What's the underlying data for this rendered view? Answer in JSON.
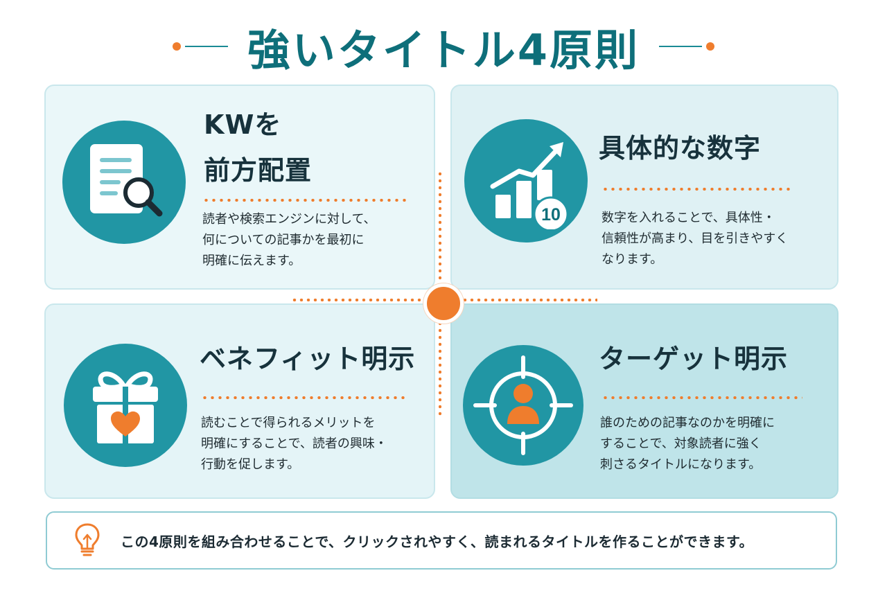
{
  "title": "強いタイトル4原則",
  "colors": {
    "teal": "#2196a4",
    "dark_teal": "#0e6f7a",
    "orange": "#ef7d2d"
  },
  "cards": [
    {
      "heading_line1": "KWを",
      "heading_line2": "前方配置",
      "description": "読者や検索エンジンに対して、\n何についての記事かを最初に\n明確に伝えます。",
      "icon": "document-search-icon"
    },
    {
      "heading": "具体的な数字",
      "badge": "10",
      "description": "数字を入れることで、具体性・\n信頼性が高まり、目を引きやすく\nなります。",
      "icon": "growth-chart-icon"
    },
    {
      "heading": "ベネフィット明示",
      "description": "読むことで得られるメリットを\n明確にすることで、読者の興味・\n行動を促します。",
      "icon": "gift-heart-icon"
    },
    {
      "heading": "ターゲット明示",
      "description": "誰のための記事なのかを明確に\nすることで、対象読者に強く\n刺さるタイトルになります。",
      "icon": "target-person-icon"
    }
  ],
  "footer": {
    "icon": "lightbulb-icon",
    "text": "この4原則を組み合わせることで、クリックされやすく、読まれるタイトルを作ることができます。"
  }
}
